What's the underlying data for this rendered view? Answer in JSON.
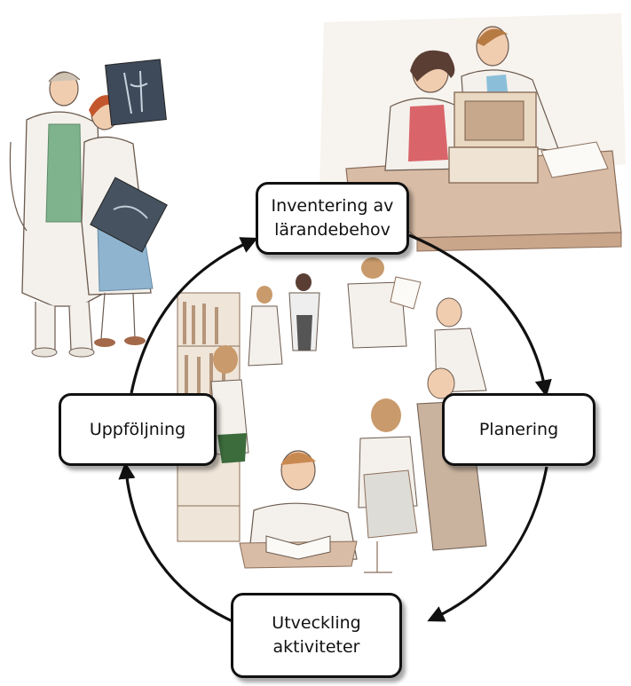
{
  "diagram": {
    "type": "cycle",
    "stages": [
      {
        "id": "inventering",
        "label": "Inventering av\nlärandebehov"
      },
      {
        "id": "planering",
        "label": "Planering"
      },
      {
        "id": "utveckling",
        "label": "Utveckling\naktiviteter"
      },
      {
        "id": "uppfoljning",
        "label": "Uppföljning"
      }
    ],
    "colors": {
      "arrow": "#111111",
      "box_border": "#111111",
      "box_fill": "#ffffff",
      "sketch_ink": "#6b5a4e",
      "coat": "#f4f1ec",
      "scrub_green": "#7fb38d",
      "skirt_blue": "#8fb4cf",
      "hair_red": "#c4562e",
      "skin": "#f1cdb0",
      "desk": "#c9a58a",
      "monitor": "#e9d9c2"
    },
    "illustrations": [
      "doctors-xray-icon",
      "computer-desk-icon",
      "library-study-icon"
    ]
  }
}
